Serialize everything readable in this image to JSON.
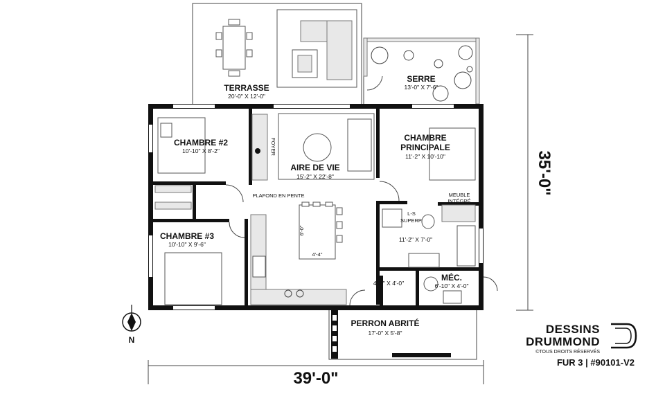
{
  "rooms": {
    "terrasse": {
      "name": "TERRASSE",
      "dims": "20'-0\" X 12'-0\""
    },
    "serre": {
      "name": "SERRE",
      "dims": "13'-0\" X 7'-6\""
    },
    "chambre2": {
      "name": "CHAMBRE #2",
      "dims": "10'-10\" X 8'-2\""
    },
    "aire_de_vie": {
      "name": "AIRE DE VIE",
      "dims": "15'-2\" X 22'-8\""
    },
    "chambre_principale": {
      "name1": "CHAMBRE",
      "name2": "PRINCIPALE",
      "dims": "11'-2\" X 10'-10\""
    },
    "chambre3": {
      "name": "CHAMBRE #3",
      "dims": "10'-10\" X 9'-6\""
    },
    "salle_de_bain": {
      "dims": "11'-2\" X 7'-0\""
    },
    "mec": {
      "name": "MÉC.",
      "dims": "6'-10\" X 4'-0\""
    },
    "rangement": {
      "dims": "4'-0\" X 4'-0\""
    },
    "perron": {
      "name": "PERRON ABRITÉ",
      "dims": "17'-0\" X 5'-8\""
    }
  },
  "notes": {
    "plafond": "PLAFOND EN PENTE",
    "meuble1": "MEUBLE",
    "meuble2": "INTÉGRÉ",
    "ls1": "L-S",
    "ls2": "SUPERP.",
    "island_h": "6'-0\"",
    "island_w": "4'-4\"",
    "foyer": "FOYER"
  },
  "dimensions": {
    "width": "39'-0\"",
    "depth": "35'-0\""
  },
  "compass": {
    "letter": "N"
  },
  "brand": {
    "line1": "DESSINS",
    "line2": "DRUMMOND",
    "rights": "©TOUS DROITS RÉSERVÉS",
    "plan_number": "FUR 3 | #90101-V2"
  }
}
